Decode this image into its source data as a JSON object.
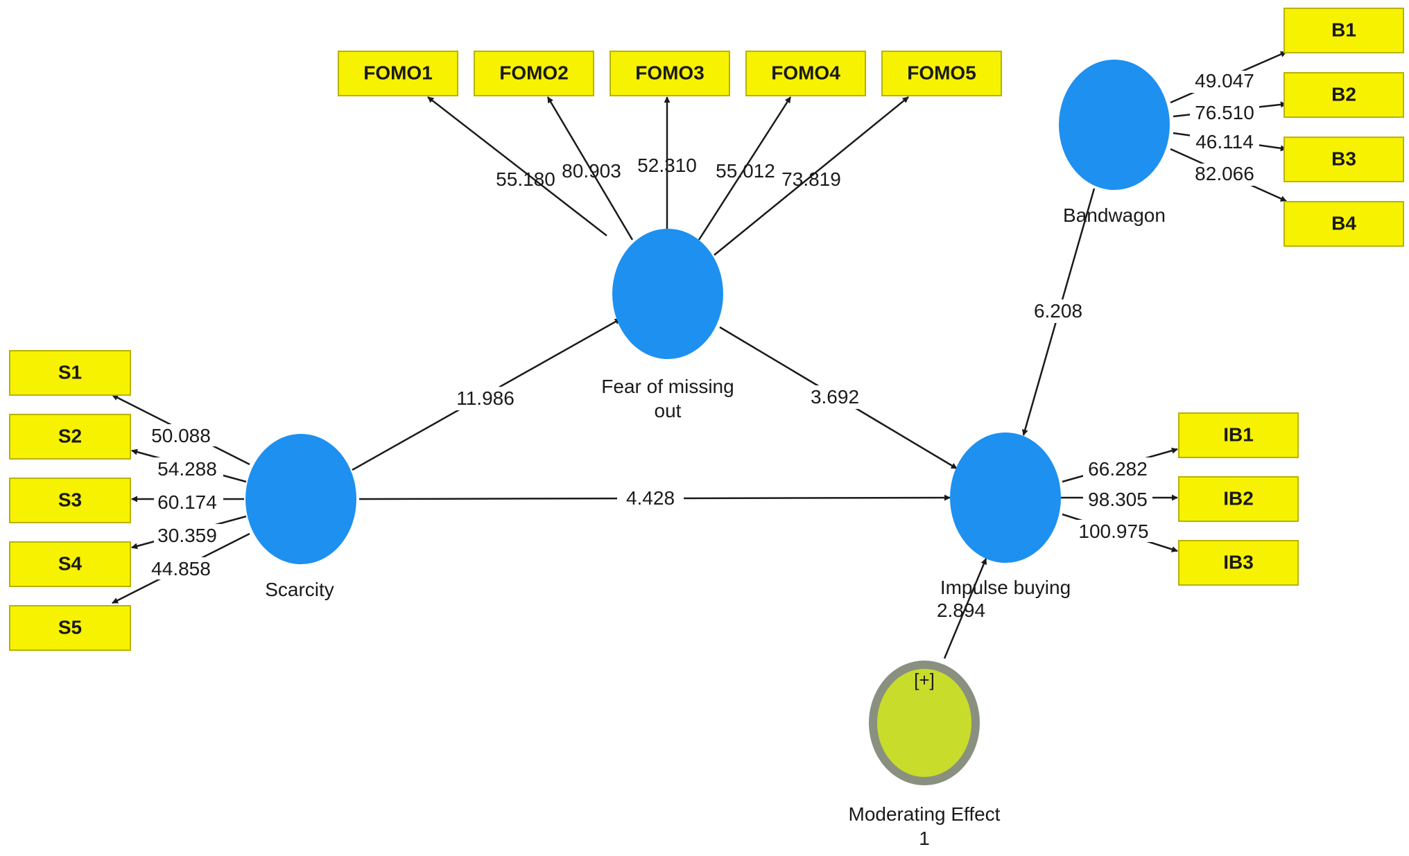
{
  "constructs": {
    "scarcity": {
      "label_lines": [
        "Scarcity"
      ]
    },
    "fomo": {
      "label_lines": [
        "Fear of missing",
        "out"
      ]
    },
    "impulse": {
      "label_lines": [
        "Impulse buying"
      ]
    },
    "bandwagon": {
      "label_lines": [
        "Bandwagon"
      ]
    },
    "moderating": {
      "label_lines": [
        "Moderating Effect",
        "1"
      ],
      "tag": "[+]"
    }
  },
  "indicators": {
    "fomo": [
      "FOMO1",
      "FOMO2",
      "FOMO3",
      "FOMO4",
      "FOMO5"
    ],
    "scarcity": [
      "S1",
      "S2",
      "S3",
      "S4",
      "S5"
    ],
    "bandwagon": [
      "B1",
      "B2",
      "B3",
      "B4"
    ],
    "impulse": [
      "IB1",
      "IB2",
      "IB3"
    ]
  },
  "loadings": {
    "fomo": [
      "55.180",
      "80.903",
      "52.310",
      "55.012",
      "73.819"
    ],
    "scarcity": [
      "50.088",
      "54.288",
      "60.174",
      "30.359",
      "44.858"
    ],
    "bandwagon": [
      "49.047",
      "76.510",
      "46.114",
      "82.066"
    ],
    "impulse": [
      "66.282",
      "98.305",
      "100.975"
    ]
  },
  "paths": {
    "scarcity_to_fomo": "11.986",
    "fomo_to_impulse": "3.692",
    "scarcity_to_impulse": "4.428",
    "bandwagon_to_impulse": "6.208",
    "moderating_to_impulse": "2.894"
  },
  "colors": {
    "construct": "#1e90f0",
    "moderator_fill": "#c8dc2c",
    "moderator_ring": "#8a9080",
    "indicator": "#f7f200"
  }
}
